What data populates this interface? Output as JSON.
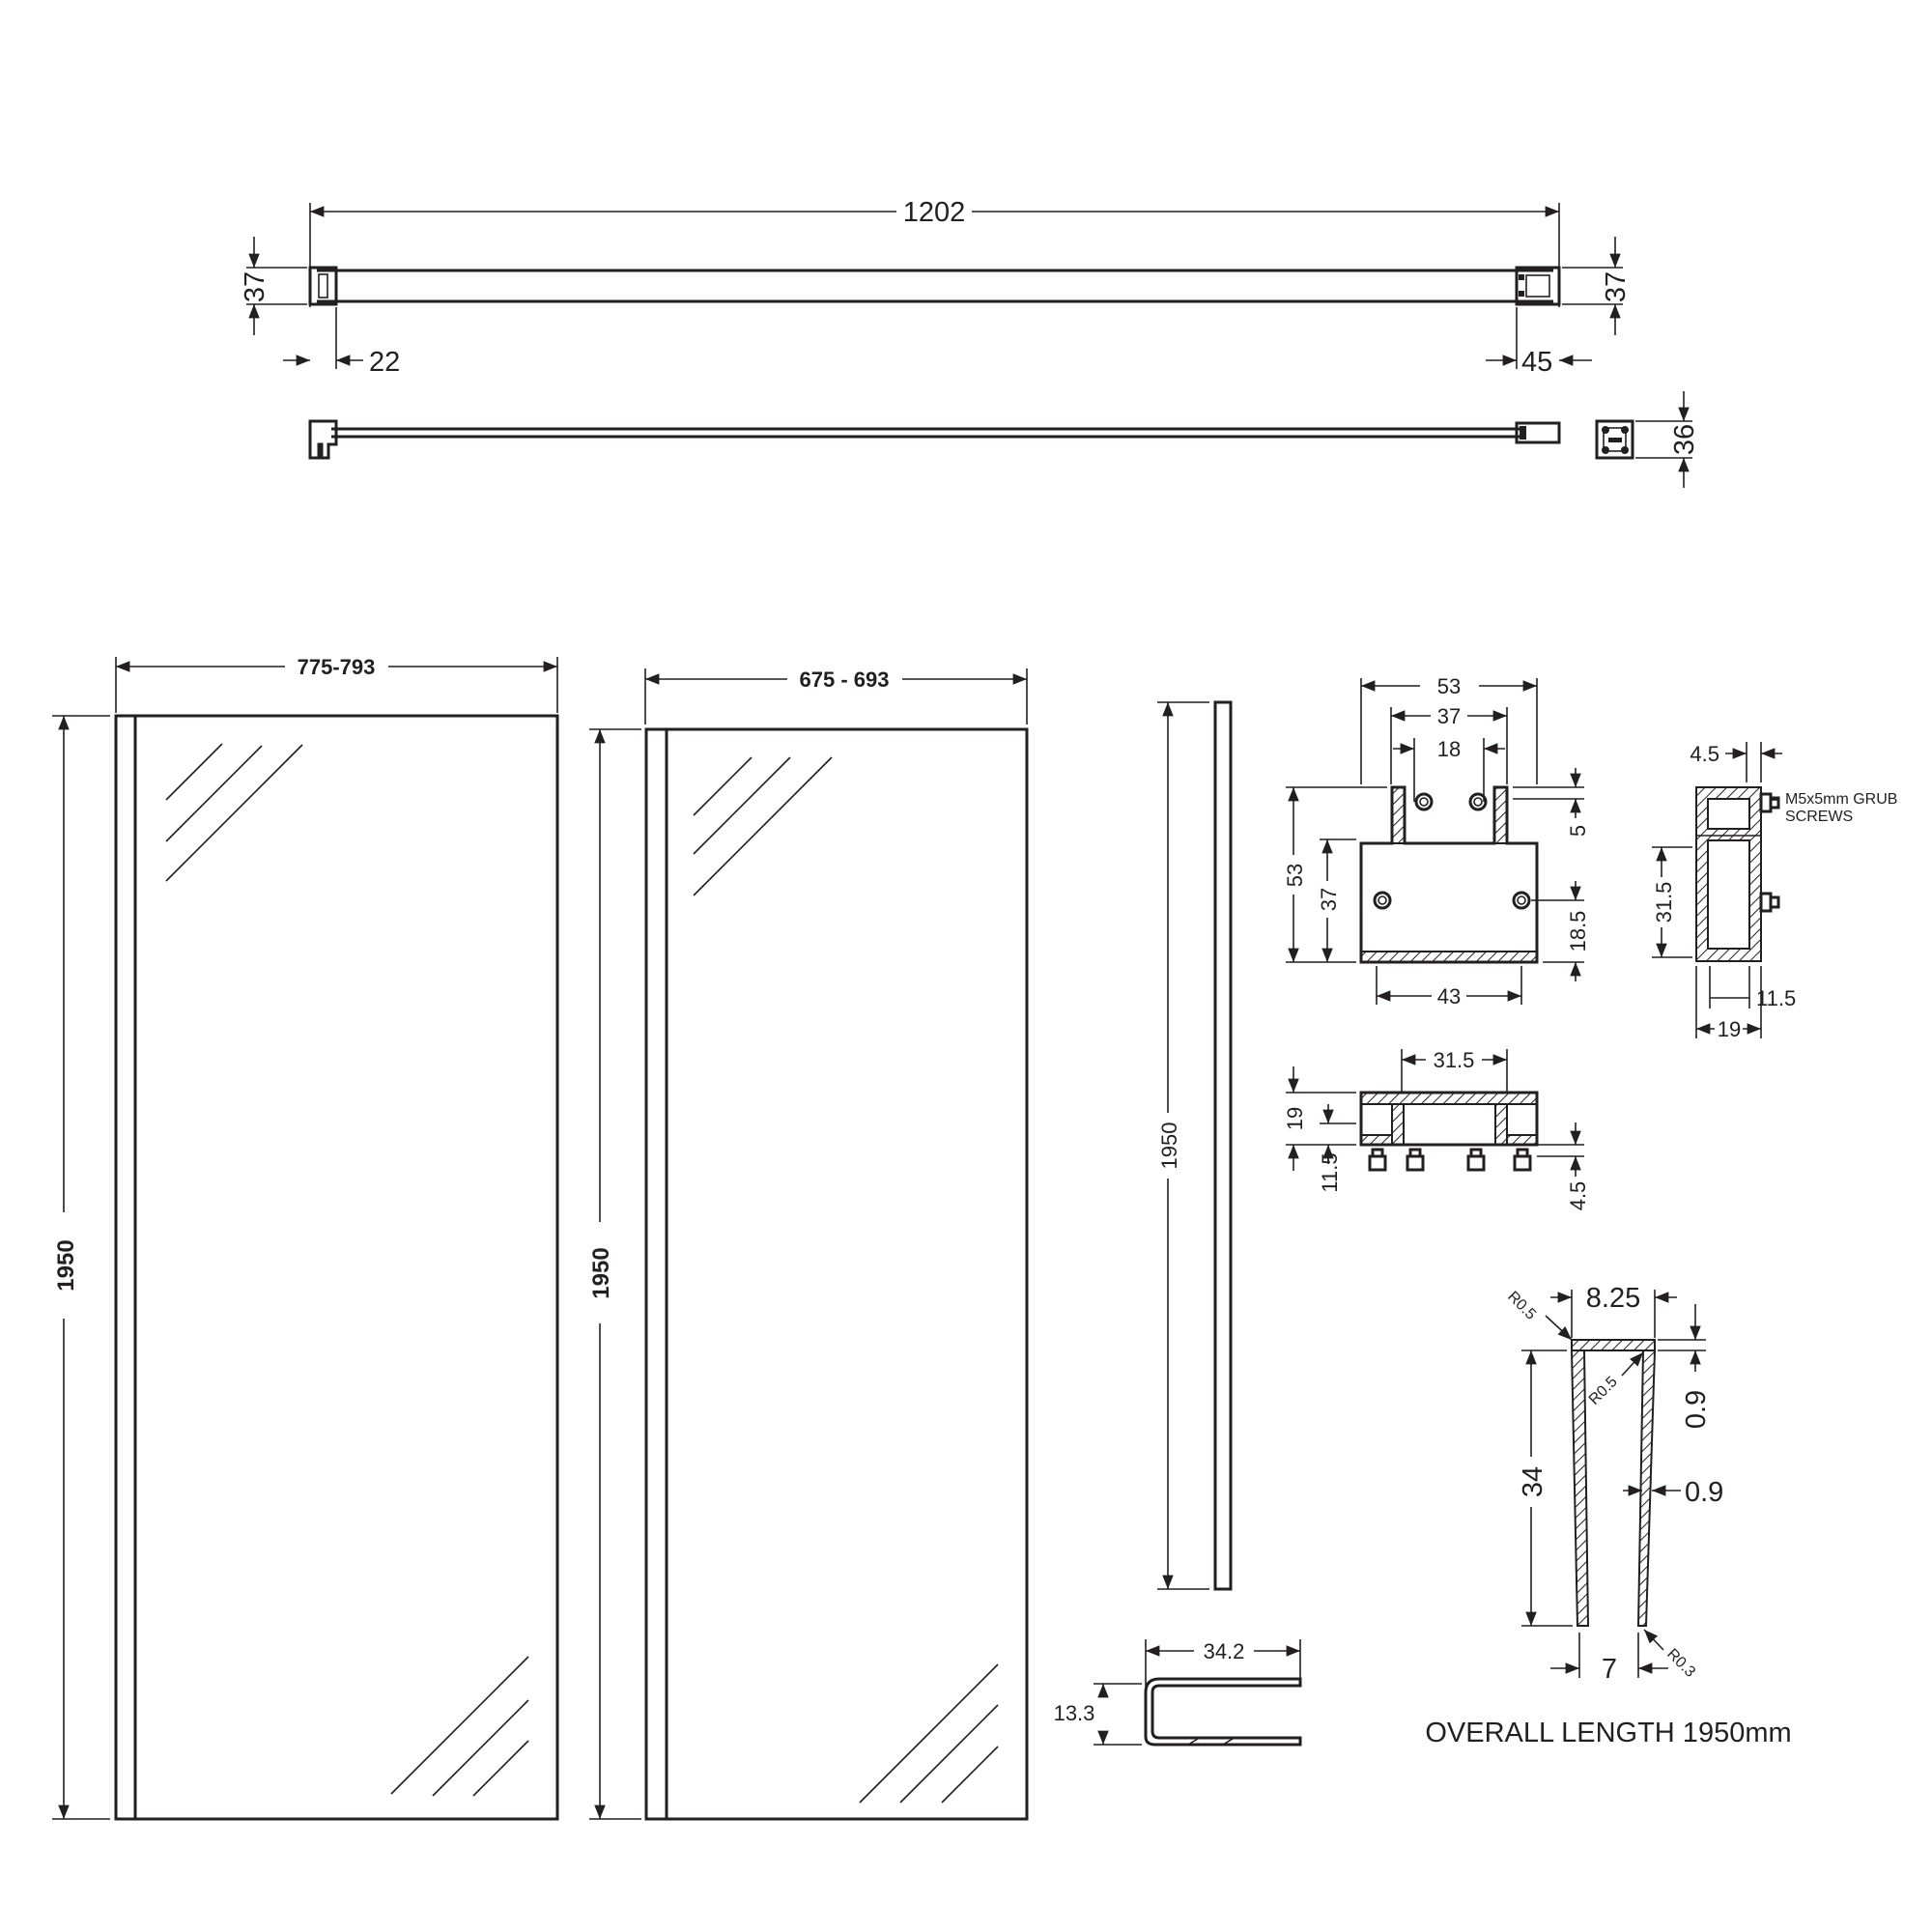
{
  "top_rail": {
    "overall_length": "1202",
    "left_height": "37",
    "right_height": "37",
    "left_bracket_width": "22",
    "right_bracket_width": "45",
    "side_view_height": "36"
  },
  "panel_large": {
    "width": "775-793",
    "height": "1950"
  },
  "panel_small": {
    "width": "675 - 693",
    "height": "1950"
  },
  "wall_profile": {
    "height": "1950",
    "width": "34.2",
    "depth": "13.3"
  },
  "bracket_front": {
    "width_53": "53",
    "width_37": "37",
    "hole_spacing": "18",
    "height_53": "53",
    "height_37": "37",
    "top_wall": "5",
    "lower_hole": "18.5",
    "base_width": "43"
  },
  "bracket_side": {
    "wall": "4.5",
    "height": "31.5",
    "inner": "11.5",
    "width": "19",
    "screw_note_line1": "M5x5mm GRUB",
    "screw_note_line2": "SCREWS"
  },
  "bracket_bottom": {
    "width": "31.5",
    "height_19": "19",
    "height_11_5": "11.5",
    "screw_h": "4.5"
  },
  "channel_profile": {
    "top_width": "8.25",
    "radius_top_left": "R0.5",
    "radius_inner": "R0.5",
    "radius_bottom": "R0.3",
    "top_thickness": "0.9",
    "height": "34",
    "wall_thickness": "0.9",
    "bottom_width": "7"
  },
  "note": "OVERALL LENGTH 1950mm"
}
